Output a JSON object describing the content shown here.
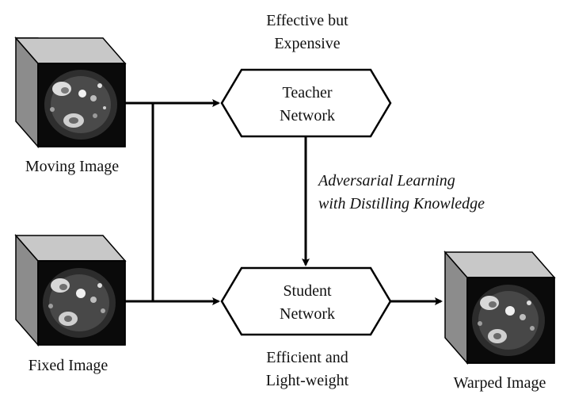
{
  "inputs": {
    "moving_label": "Moving Image",
    "fixed_label": "Fixed Image"
  },
  "output": {
    "warped_label": "Warped Image"
  },
  "teacher": {
    "caption_line1": "Effective but",
    "caption_line2": "Expensive",
    "name_line1": "Teacher",
    "name_line2": "Network"
  },
  "student": {
    "name_line1": "Student",
    "name_line2": "Network",
    "caption_line1": "Efficient and",
    "caption_line2": "Light-weight"
  },
  "link": {
    "line1": "Adversarial Learning",
    "line2": "with Distilling Knowledge"
  },
  "colors": {
    "cube_front": "#0a0a0a",
    "cube_top": "#c8c8c8",
    "cube_side": "#8c8c8c",
    "stroke": "#000000"
  }
}
